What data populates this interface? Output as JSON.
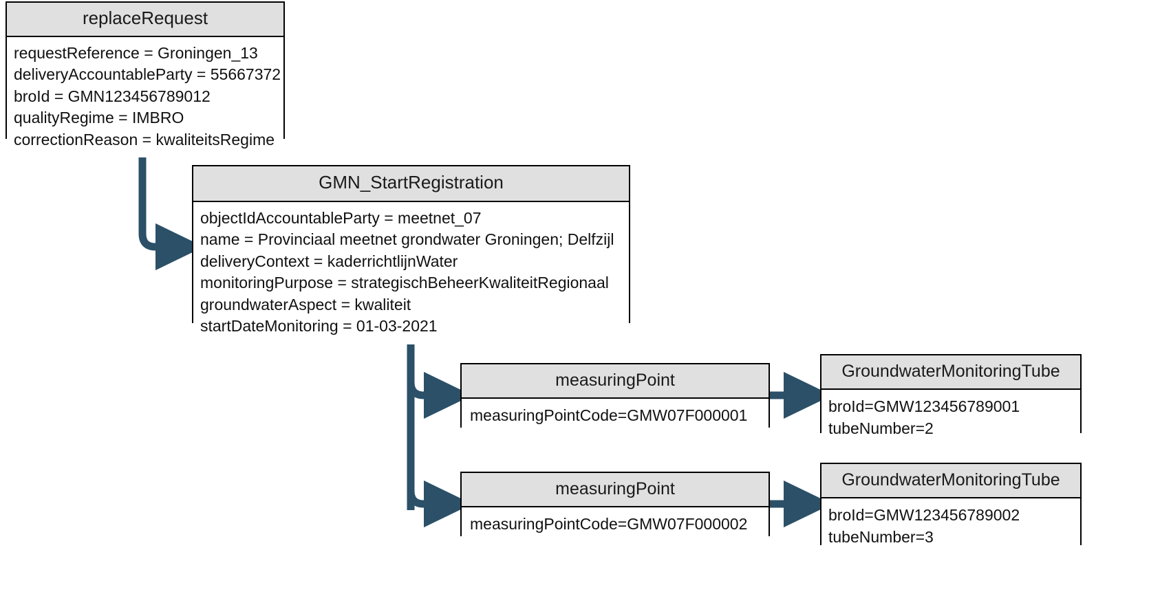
{
  "diagram": {
    "title": "replaceRequest GMN object diagram",
    "accent_color": "#2b5068",
    "header_fill": "#e0e0e0",
    "border_color": "#000000",
    "background": "#ffffff"
  },
  "nodes": {
    "replace_request": {
      "header": "replaceRequest",
      "attributes": [
        "requestReference = Groningen_13",
        "deliveryAccountableParty = 55667372",
        "broId = GMN123456789012",
        "qualityRegime = IMBRO",
        "correctionReason = kwaliteitsRegime"
      ]
    },
    "gmn_start_registration": {
      "header": "GMN_StartRegistration",
      "attributes": [
        "objectIdAccountableParty = meetnet_07",
        "name = Provinciaal meetnet grondwater Groningen; Delfzijl",
        "deliveryContext = kaderrichtlijnWater",
        "monitoringPurpose = strategischBeheerKwaliteitRegionaal",
        "groundwaterAspect = kwaliteit",
        "startDateMonitoring = 01-03-2021"
      ]
    },
    "measuring_point_1": {
      "header": "measuringPoint",
      "attributes": [
        "measuringPointCode=GMW07F000001"
      ]
    },
    "measuring_point_2": {
      "header": "measuringPoint",
      "attributes": [
        "measuringPointCode=GMW07F000002"
      ]
    },
    "tube_1": {
      "header": "GroundwaterMonitoringTube",
      "attributes": [
        "broId=GMW123456789001",
        "tubeNumber=2"
      ]
    },
    "tube_2": {
      "header": "GroundwaterMonitoringTube",
      "attributes": [
        "broId=GMW123456789002",
        "tubeNumber=3"
      ]
    }
  },
  "connectors": [
    {
      "name": "replace-request-to-gmn-start",
      "from": "replace_request",
      "to": "gmn_start_registration",
      "style": "elbow-down-right-arrow"
    },
    {
      "name": "gmn-start-to-measuring-point-1",
      "from": "gmn_start_registration",
      "to": "measuring_point_1",
      "style": "trunk-branch-right-arrow"
    },
    {
      "name": "gmn-start-to-measuring-point-2",
      "from": "gmn_start_registration",
      "to": "measuring_point_2",
      "style": "trunk-branch-right-arrow"
    },
    {
      "name": "measuring-point-1-to-tube-1",
      "from": "measuring_point_1",
      "to": "tube_1",
      "style": "straight-right-arrow"
    },
    {
      "name": "measuring-point-2-to-tube-2",
      "from": "measuring_point_2",
      "to": "tube_2",
      "style": "straight-right-arrow"
    }
  ]
}
